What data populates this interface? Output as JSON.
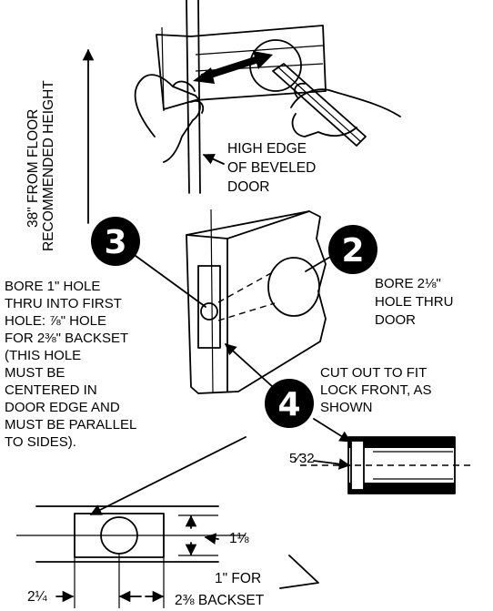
{
  "labels": {
    "height_line1": "RECOMMENDED HEIGHT",
    "height_line2": "38\" FROM FLOOR",
    "high_edge_1": "HIGH EDGE",
    "high_edge_2": "OF BEVELED",
    "high_edge_3": "DOOR",
    "bore1_1": "BORE 1\" HOLE",
    "bore1_2": "THRU INTO FIRST",
    "bore1_3": "HOLE: ⅞\" HOLE",
    "bore1_4": "FOR 2⅜\" BACKSET",
    "bore1_5": "(THIS HOLE",
    "bore1_6": "MUST BE",
    "bore1_7": "CENTERED IN",
    "bore1_8": "DOOR EDGE AND",
    "bore1_9": "MUST BE PARALLEL",
    "bore1_10": "TO SIDES).",
    "bore2_1": "BORE 2⅛\"",
    "bore2_2": "HOLE THRU",
    "bore2_3": "DOOR",
    "cut_1": "CUT OUT TO FIT",
    "cut_2": "LOCK FRONT, AS",
    "cut_3": "SHOWN",
    "dim_532": "5⁄32",
    "dim_118": "1⅛",
    "dim_214": "2¼",
    "dim_1for": "1\" FOR",
    "dim_238": "2⅜ BACKSET"
  },
  "steps": {
    "s2": "2",
    "s3": "3",
    "s4": "4"
  }
}
